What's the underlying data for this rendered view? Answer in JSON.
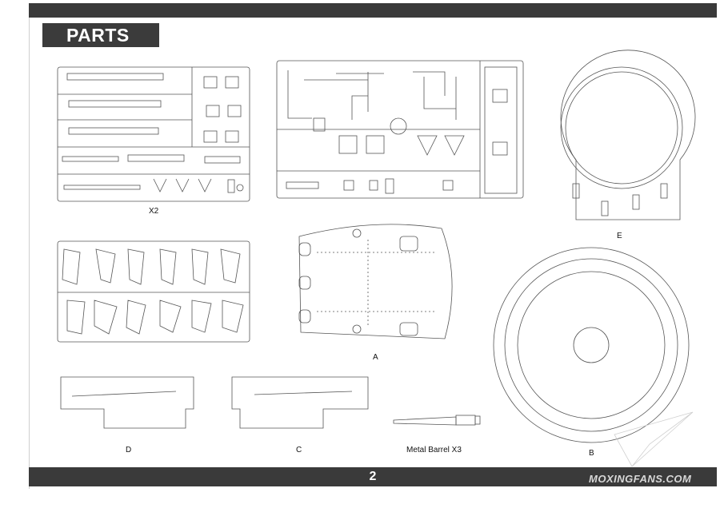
{
  "header": {
    "title": "PARTS"
  },
  "labels": {
    "sprue_qty": "X2",
    "part_e": "E",
    "part_a": "A",
    "part_b": "B",
    "part_c": "C",
    "part_d": "D",
    "metal_barrel": "Metal Barrel X3"
  },
  "footer": {
    "page_number": "2"
  },
  "watermark": {
    "text": "MOXINGFANS.COM"
  },
  "colors": {
    "bar": "#3a3a3a",
    "line": "#555555"
  }
}
